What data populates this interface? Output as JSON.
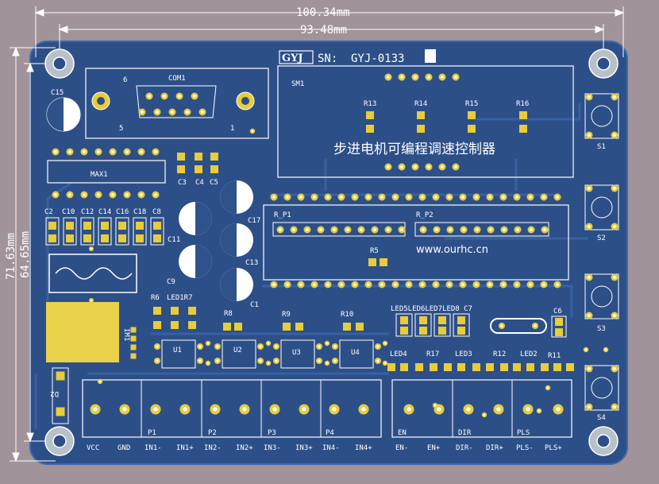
{
  "dimensions": {
    "width_outer": "100.34mm",
    "width_inner": "93.48mm",
    "height_outer": "71.63mm",
    "height_inner": "64.65mm"
  },
  "title": {
    "logo": "GYJ",
    "sn_label": "SN:",
    "sn_value": "GYJ-0133"
  },
  "board_name": "步进电机可编程调速控制器",
  "website": "www.ourhc.cn",
  "labels": {
    "sm1": "SM1",
    "com1": "COM1",
    "com_pin6": "6",
    "com_pin5": "5",
    "com_pin1": "1",
    "max1": "MAX1",
    "c15": "C15",
    "c3": "C3",
    "c4": "C4",
    "c5": "C5",
    "c2": "C2",
    "c10": "C10",
    "c12": "C12",
    "c14": "C14",
    "c16": "C16",
    "c18": "C18",
    "c8": "C8",
    "c11": "C11",
    "c9": "C9",
    "c17": "C17",
    "c13": "C13",
    "c1": "C1",
    "r_p1": "R_P1",
    "r_p2": "R_P2",
    "r5": "R5",
    "r13": "R13",
    "r14": "R14",
    "r15": "R15",
    "r16": "R16",
    "r6": "R6",
    "led1r7": "LED1R7",
    "r8": "R8",
    "r9": "R9",
    "r10": "R10",
    "u1": "U1",
    "u2": "U2",
    "u3": "U3",
    "u4": "U4",
    "leds_row": "LED5LED6LED7LED8 C7",
    "c6": "C6",
    "led4": "LED4",
    "r17": "R17",
    "led3": "LED3",
    "r12": "R12",
    "led2": "LED2",
    "r11": "R11",
    "d2": "D2",
    "im1": "IM1",
    "s1": "S1",
    "s2": "S2",
    "s3": "S3",
    "s4": "S4",
    "p1": "P1",
    "p2": "P2",
    "p3": "P3",
    "p4": "P4",
    "en": "EN",
    "dir": "DIR",
    "pls": "PLS"
  },
  "terminals_left": [
    "VCC",
    "GND",
    "IN1-",
    "IN1+",
    "IN2-",
    "IN2+",
    "IN3-",
    "IN3+",
    "IN4-",
    "IN4+"
  ],
  "terminals_right": [
    "EN-",
    "EN+",
    "DIR-",
    "DIR+",
    "PLS-",
    "PLS+"
  ]
}
